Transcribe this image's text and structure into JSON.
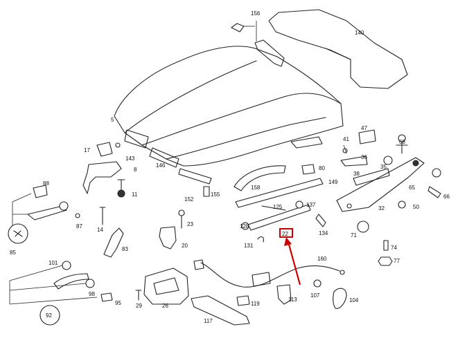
{
  "diagram": {
    "highlight_color": "#cc0000",
    "labels": {
      "l156": "156",
      "l140": "140",
      "l5": "5",
      "l17": "17",
      "l143": "143",
      "l8": "8",
      "l146": "146",
      "l11": "11",
      "l88": "88",
      "l47": "47",
      "l68": "68",
      "l41": "41",
      "l36": "36",
      "l35": "35",
      "l80": "80",
      "l38": "38",
      "l149": "149",
      "l158": "158",
      "l65": "65",
      "l66": "66",
      "l152": "152",
      "l155": "155",
      "l137": "137",
      "l125": "125",
      "l32": "32",
      "l50": "50",
      "l14": "14",
      "l87": "87",
      "l85": "85",
      "l23": "23",
      "l128": "128",
      "l134": "134",
      "l22": "22",
      "l71": "71",
      "l20": "20",
      "l83": "83",
      "l131": "131",
      "l74": "74",
      "l77": "77",
      "l101": "101",
      "l160": "160",
      "l98": "98",
      "l95": "95",
      "l92": "92",
      "l29": "29",
      "l26": "26",
      "l119": "119",
      "l113": "113",
      "l107": "107",
      "l104": "104",
      "l117": "117"
    }
  }
}
